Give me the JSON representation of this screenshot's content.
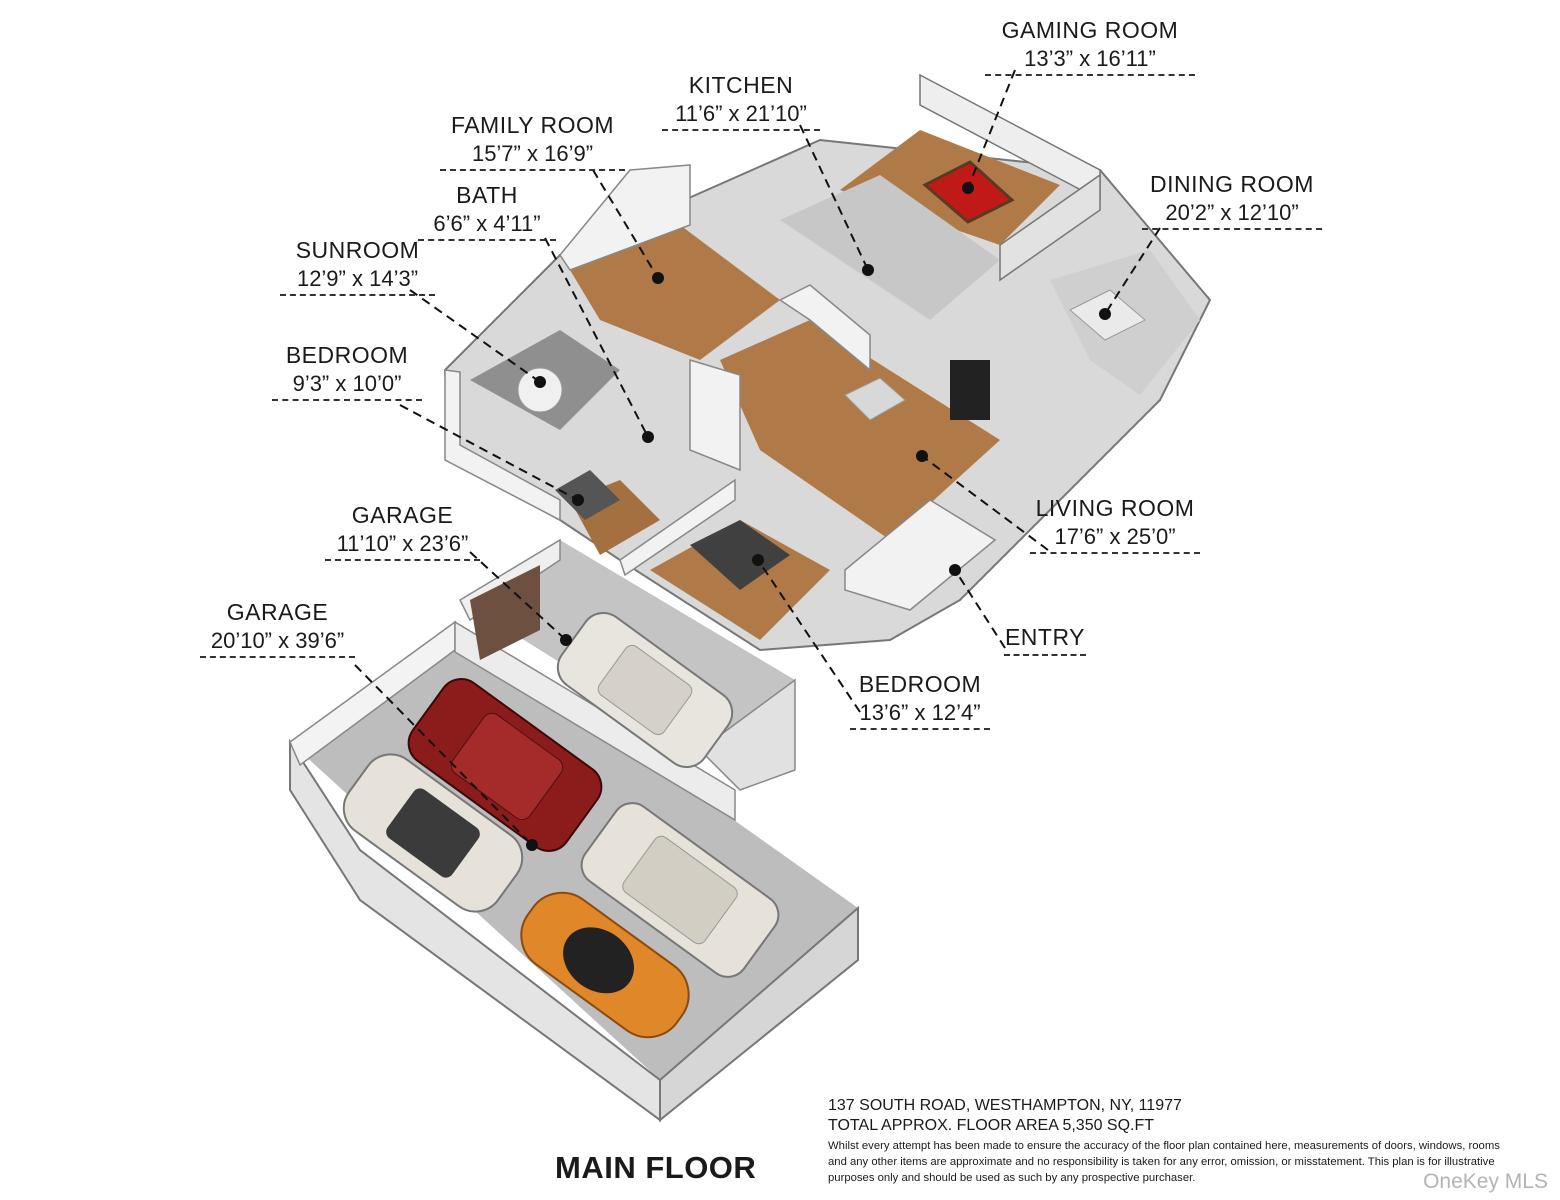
{
  "rooms": [
    {
      "id": "gaming-room",
      "name": "GAMING ROOM",
      "dims": "13’3” x 16’11”"
    },
    {
      "id": "kitchen",
      "name": "KITCHEN",
      "dims": "11’6” x 21’10”"
    },
    {
      "id": "family-room",
      "name": "FAMILY ROOM",
      "dims": "15’7” x 16’9”"
    },
    {
      "id": "bath",
      "name": "BATH",
      "dims": "6’6” x 4’11”"
    },
    {
      "id": "sunroom",
      "name": "SUNROOM",
      "dims": "12’9” x 14’3”"
    },
    {
      "id": "dining-room",
      "name": "DINING ROOM",
      "dims": "20’2” x 12’10”"
    },
    {
      "id": "bedroom-1",
      "name": "BEDROOM",
      "dims": "9’3” x 10’0”"
    },
    {
      "id": "living-room",
      "name": "LIVING ROOM",
      "dims": "17’6” x 25’0”"
    },
    {
      "id": "garage-1",
      "name": "GARAGE",
      "dims": "11’10” x 23’6”"
    },
    {
      "id": "entry",
      "name": "ENTRY",
      "dims": ""
    },
    {
      "id": "garage-2",
      "name": "GARAGE",
      "dims": "20’10” x 39’6”"
    },
    {
      "id": "bedroom-2",
      "name": "BEDROOM",
      "dims": "13’6” x 12’4”"
    }
  ],
  "floor_title": "MAIN FLOOR",
  "info": {
    "address": "137 SOUTH ROAD, WESTHAMPTON, NY, 11977",
    "area": "TOTAL APPROX. FLOOR AREA 5,350 SQ.FT",
    "disclaimer": "Whilst every attempt has been made to ensure the accuracy of the floor plan contained here, measurements of doors, windows, rooms and any other items are approximate and no responsibility is taken for any error, omission, or misstatement. This plan is for illustrative purposes only and should be used as such by any prospective purchaser."
  },
  "watermark": "OneKey MLS",
  "colors": {
    "wood": "#b07a48",
    "floor_grey": "#c9c9c9",
    "wall": "#e9e9e9",
    "car_red": "#8c1c1c",
    "car_orange": "#e0872a",
    "car_white": "#e6e2da",
    "felt": "#c11818"
  }
}
